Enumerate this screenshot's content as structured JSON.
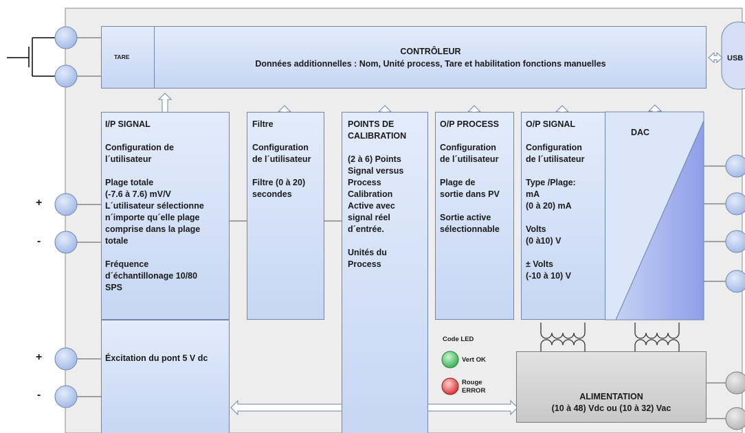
{
  "controller": {
    "tare": "TARE",
    "title": "CONTRÔLEUR",
    "subtitle": "Données additionnelles : Nom,  Unité process, Tare et habilitation fonctions manuelles"
  },
  "usb": "USB",
  "blocks": {
    "ip_signal": "I/P SIGNAL\n\nConfiguration de\nl´utilisateur\n\nPlage totale\n(-7.6 à 7.6) mV/V\nL´utilisateur sélectionne\nn´importe qu´elle plage\ncomprise dans la plage\ntotale\n\nFréquence\nd´échantillonage 10/80\nSPS",
    "filtre": "Filtre\n\nConfiguration\nde l´utilisateur\n\nFiltre (0 à 20)\nsecondes",
    "calibration": "POINTS DE\nCALIBRATION\n\n(2  à 6) Points\nSignal versus\nProcess\nCalibration\nActive avec\nsignal réel\nd´entrée.\n\nUnités du\nProcess",
    "op_process": "O/P PROCESS\n\nConfiguration\nde l´utilisateur\n\nPlage de\nsortie dans PV\n\nSortie active\nsélectionnable",
    "op_signal": "O/P SIGNAL\n\nConfiguration\nde l´utilisateur\n\nType /Plage:\nmA\n(0 à 20) mA\n\nVolts\n(0 à10) V\n\n± Volts\n(-10 à 10) V",
    "dac": "DAC",
    "excitation": "Éxcitation du pont 5 V dc",
    "alimentation": "ALIMENTATION\n(10 à 48) Vdc ou (10 à 32) Vac"
  },
  "led": {
    "title": "Code LED",
    "green_label": "Vert OK",
    "red_label": "Rouge\nERROR",
    "green_color": "#3fbf5a",
    "red_color": "#e03a3a"
  },
  "signs": {
    "plus": "+",
    "minus": "-"
  }
}
